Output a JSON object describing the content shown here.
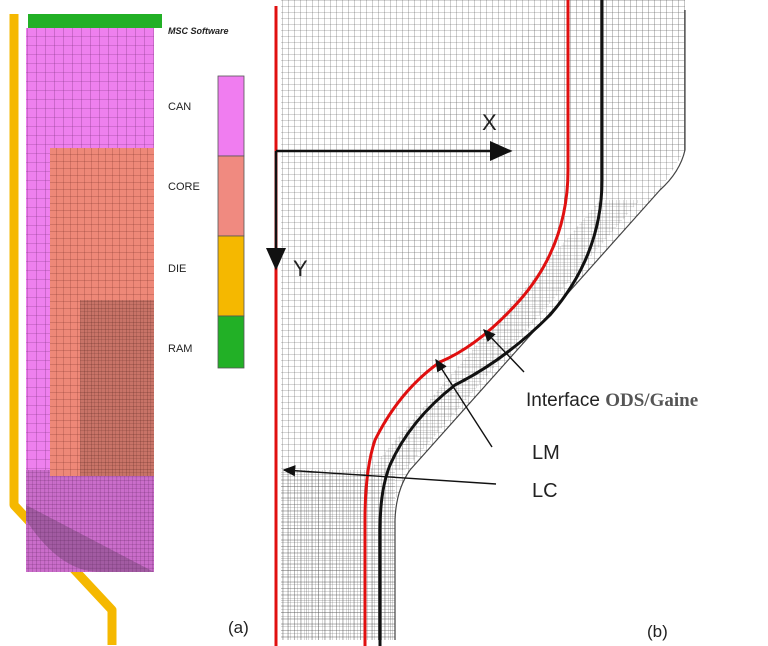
{
  "panel_a": {
    "logo": "MSC Software",
    "caption": "(a)",
    "legend": [
      {
        "label": "CAN",
        "color": "#f07df0"
      },
      {
        "label": "CORE",
        "color": "#f08a80"
      },
      {
        "label": "DIE",
        "color": "#f5b800"
      },
      {
        "label": "RAM",
        "color": "#22b026"
      }
    ]
  },
  "panel_b": {
    "caption": "(b)",
    "axis_x": "X",
    "axis_y": "Y",
    "annotations": {
      "interface_prefix": "Interface ",
      "interface_suffix": "ODS/Gaine",
      "lm": "LM",
      "lc": "LC"
    },
    "colors": {
      "mesh": "#555555",
      "lc_line": "#e01010",
      "lm_line": "#111111"
    }
  }
}
